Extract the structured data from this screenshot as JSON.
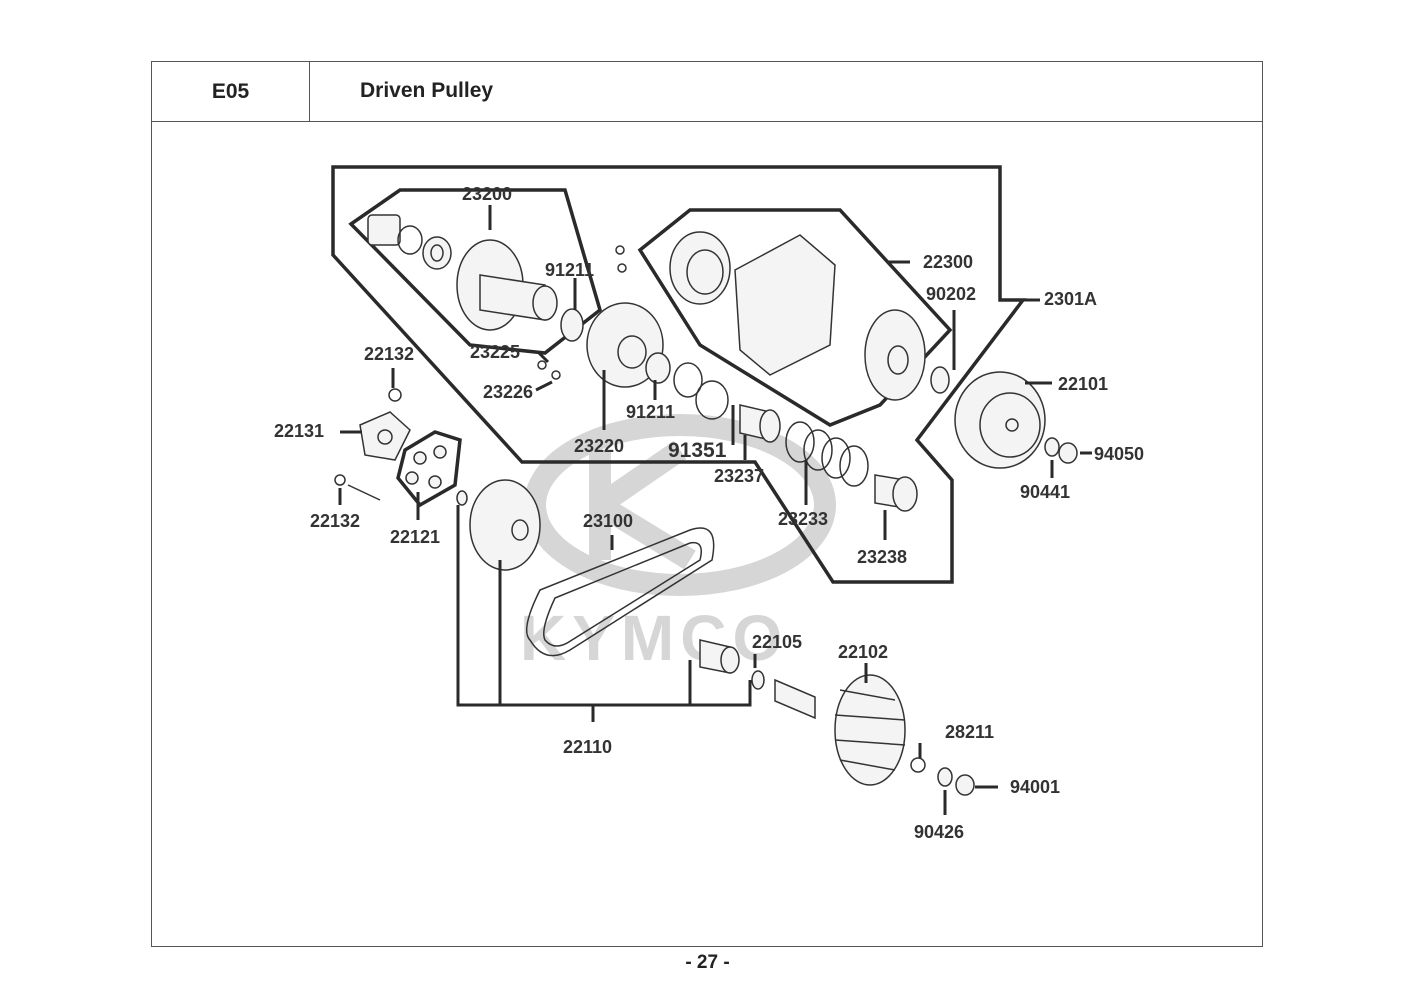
{
  "header": {
    "section_code": "E05",
    "title": "Driven Pulley"
  },
  "footer": {
    "page_number": "- 27 -"
  },
  "watermark": {
    "brand": "KYMCO"
  },
  "parts": [
    "23200",
    "91211",
    "22300",
    "90202",
    "2301A",
    "23225",
    "23226",
    "91211b",
    "23220",
    "91351",
    "23237",
    "22101",
    "94050",
    "90441",
    "23233",
    "23238",
    "22132",
    "22131",
    "22132b",
    "22121",
    "23100",
    "22105",
    "22102",
    "22110",
    "28211",
    "94001",
    "90426"
  ],
  "labels": {
    "p23200": "23200",
    "p91211a": "91211",
    "p22300": "22300",
    "p90202": "90202",
    "p2301A": "2301A",
    "p23225": "23225",
    "p23226": "23226",
    "p91211b": "91211",
    "p23220": "23220",
    "p91351": "91351",
    "p23237": "23237",
    "p22101": "22101",
    "p94050": "94050",
    "p90441": "90441",
    "p23233": "23233",
    "p23238": "23238",
    "p22132a": "22132",
    "p22131": "22131",
    "p22132b": "22132",
    "p22121": "22121",
    "p23100": "23100",
    "p22105": "22105",
    "p22102": "22102",
    "p22110": "22110",
    "p28211": "28211",
    "p94001": "94001",
    "p90426": "90426"
  }
}
